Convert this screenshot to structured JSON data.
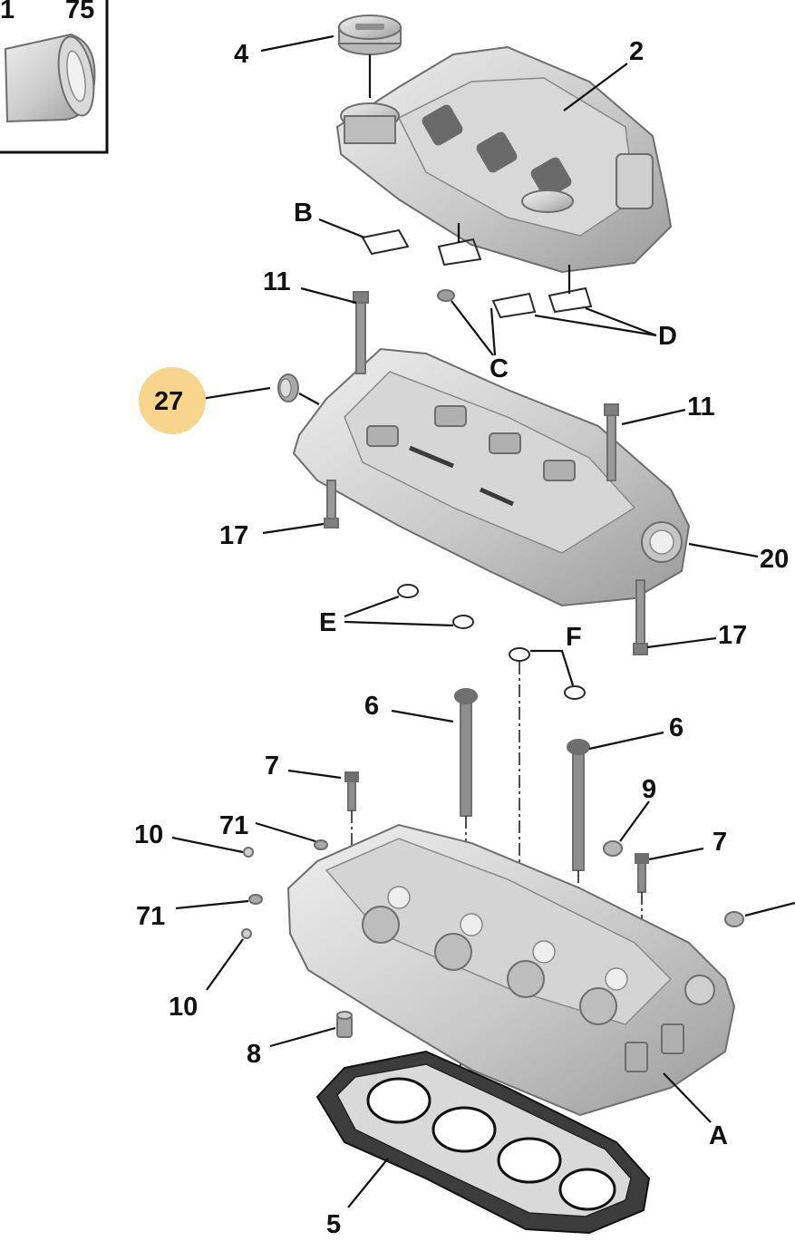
{
  "highlight_color": "#f7d58c",
  "labels": {
    "inset_left": "1",
    "inset_right": "75",
    "l4": "4",
    "l2": "2",
    "lB": "B",
    "lC": "C",
    "lD": "D",
    "l11a": "11",
    "l11b": "11",
    "l27": "27",
    "l17a": "17",
    "l17b": "17",
    "l20": "20",
    "lE": "E",
    "lF": "F",
    "l6a": "6",
    "l6b": "6",
    "l7a": "7",
    "l7b": "7",
    "l9": "9",
    "l10a": "10",
    "l10b": "10",
    "l71a": "71",
    "l71b": "71",
    "l8": "8",
    "lA": "A",
    "l5": "5"
  }
}
